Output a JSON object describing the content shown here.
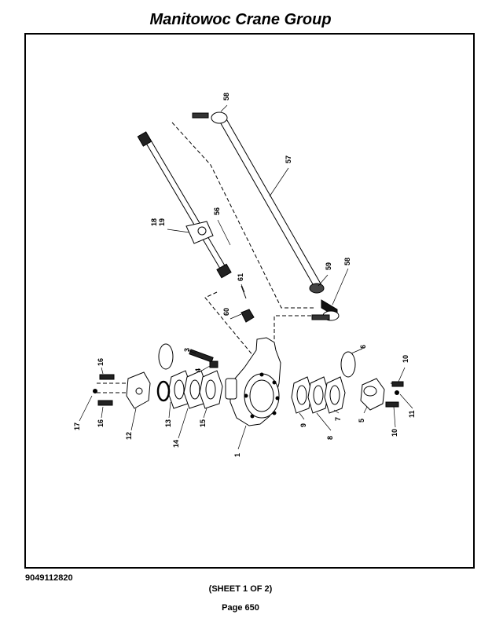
{
  "header": {
    "title": "Manitowoc Crane Group"
  },
  "footer": {
    "doc_number": "9049112820",
    "sheet": "(SHEET 1 OF 2)",
    "page": "Page 650"
  },
  "callouts": {
    "c1": "1",
    "c3": "3",
    "c4": "4",
    "c5": "5",
    "c6": "6",
    "c7": "7",
    "c8": "8",
    "c9": "9",
    "c10a": "10",
    "c10b": "10",
    "c11": "11",
    "c12": "12",
    "c13": "13",
    "c14": "14",
    "c15": "15",
    "c16a": "16",
    "c16b": "16",
    "c17": "17",
    "c18": "18",
    "c19": "19",
    "c56": "56",
    "c57": "57",
    "c58a": "58",
    "c58b": "58",
    "c59": "59",
    "c60": "60",
    "c61": "61"
  }
}
